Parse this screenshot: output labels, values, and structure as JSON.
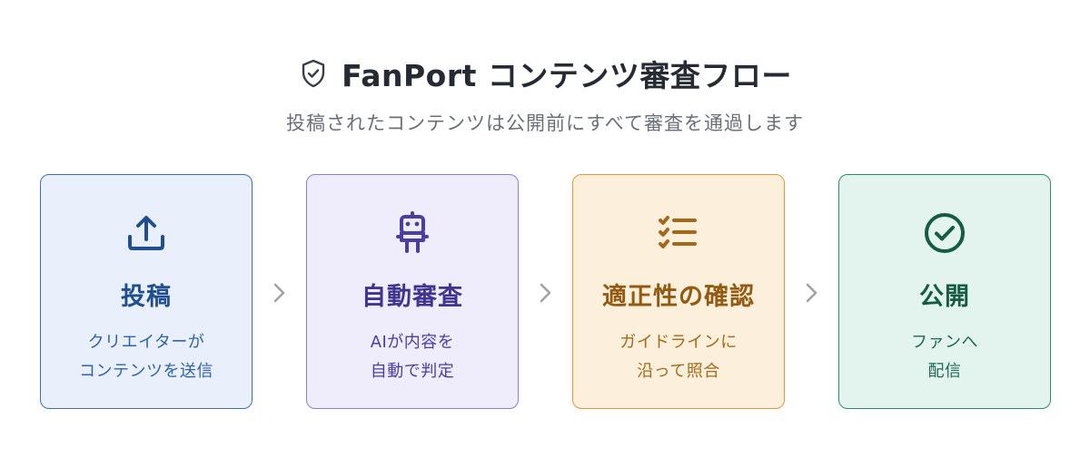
{
  "header": {
    "title": "FanPort コンテンツ審査フロー",
    "subtitle": "投稿されたコンテンツは公開前にすべて審査を通過します",
    "icon": "shield-check-icon"
  },
  "steps": [
    {
      "title": "投稿",
      "desc_line1": "クリエイターが",
      "desc_line2": "コンテンツを送信",
      "icon": "upload-icon",
      "accent": "#1f4f91"
    },
    {
      "title": "自動審査",
      "desc_line1": "AIが内容を",
      "desc_line2": "自動で判定",
      "icon": "robot-icon",
      "accent": "#3f3590"
    },
    {
      "title": "適正性の確認",
      "desc_line1": "ガイドラインに",
      "desc_line2": "沿って照合",
      "icon": "checklist-icon",
      "accent": "#935b12"
    },
    {
      "title": "公開",
      "desc_line1": "ファンへ",
      "desc_line2": "配信",
      "icon": "check-circle-icon",
      "accent": "#165c44"
    }
  ],
  "connector_icon": "chevron-right-icon"
}
